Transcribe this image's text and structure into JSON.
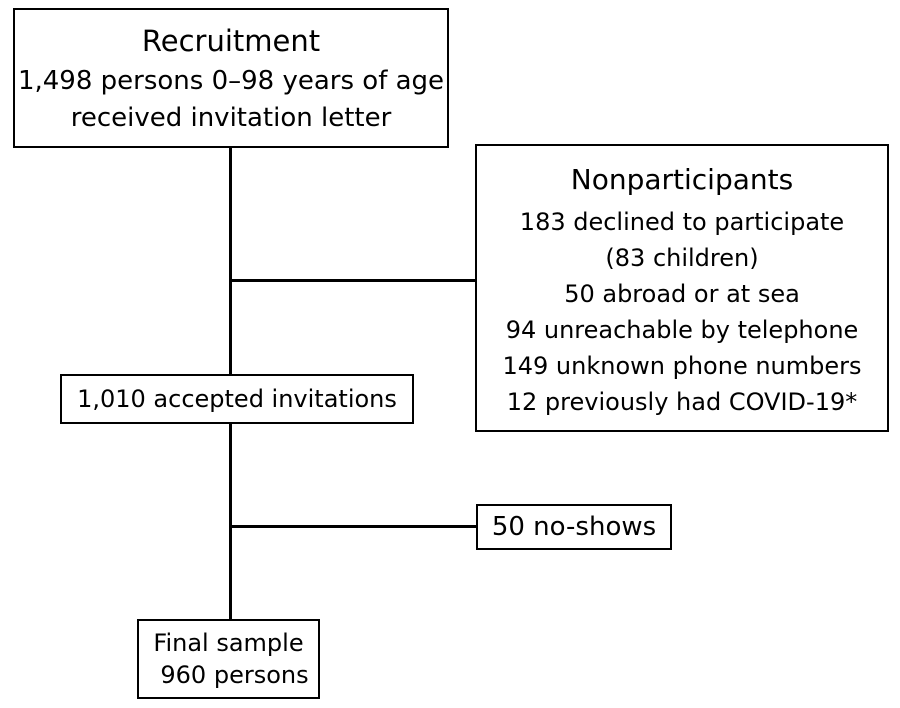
{
  "recruitment": {
    "title": "Recruitment",
    "lines": [
      "1,498 persons 0–98 years of age",
      "received invitation letter"
    ]
  },
  "nonparticipants": {
    "title": "Nonparticipants",
    "lines": [
      "183 declined to participate",
      "(83 children)",
      "50 abroad or at sea",
      "94 unreachable by telephone",
      "149 unknown phone numbers",
      "12 previously had COVID-19*"
    ]
  },
  "accepted": {
    "label": "1,010 accepted invitations"
  },
  "no_shows": {
    "label": "50 no-shows"
  },
  "final_sample": {
    "lines": [
      "Final sample",
      "960 persons"
    ]
  }
}
